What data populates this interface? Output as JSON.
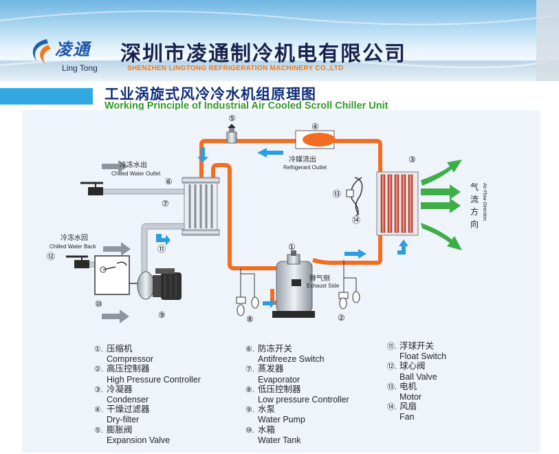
{
  "header": {
    "brand_cn": "凌通",
    "brand_en": "Ling Tong",
    "company_cn": "深圳市凌通制冷机电有限公司",
    "company_en": "SHENZHEN LINGTONG REFRIGERATION MACHINERY CO.,LTD"
  },
  "title": {
    "cn": "工业涡旋式风冷冷水机组原理图",
    "en": "Working Principle of Industrial Air Cooled Scroll Chiller Unit"
  },
  "diagram": {
    "labels": {
      "chilled_water_outlet_cn": "冷冻水出",
      "chilled_water_outlet_en": "Chilled Water Outlet",
      "chilled_water_back_cn": "冷冻水回",
      "chilled_water_back_en": "Chilled Water Back",
      "refrigerant_outlet_cn": "冷媒流出",
      "refrigerant_outlet_en": "Refrigerant Outlet",
      "exhaust_side_cn": "排气侧",
      "exhaust_side_en": "Exhaust Side",
      "air_flow_cn": [
        "气",
        "流",
        "方",
        "向"
      ],
      "air_flow_en": "Air Flow Direction"
    },
    "markers": {
      "m1": "①",
      "m2": "②",
      "m3": "③",
      "m4": "④",
      "m5": "⑤",
      "m6": "⑥",
      "m7": "⑦",
      "m8": "⑧",
      "m9": "⑨",
      "m10": "⑩",
      "m11": "⑪",
      "m12": "⑫",
      "m13": "⑬",
      "m14": "⑭"
    }
  },
  "legend": {
    "col1": [
      {
        "num": "①.",
        "cn": "压缩机",
        "en": "Compressor"
      },
      {
        "num": "②.",
        "cn": "高压控制器",
        "en": "High Pressure Controller"
      },
      {
        "num": "③.",
        "cn": "冷凝器",
        "en": "Condenser"
      },
      {
        "num": "④.",
        "cn": "干燥过滤器",
        "en": "Dry-filter"
      },
      {
        "num": "⑤.",
        "cn": "膨胀阀",
        "en": "Expansion Valve"
      }
    ],
    "col2": [
      {
        "num": "⑥.",
        "cn": "防冻开关",
        "en": "Antifreeze Switch"
      },
      {
        "num": "⑦.",
        "cn": "蒸发器",
        "en": "Evaporator"
      },
      {
        "num": "⑧.",
        "cn": "低压控制器",
        "en": "Low pressure Controller"
      },
      {
        "num": "⑨.",
        "cn": "水泵",
        "en": "Water Pump"
      },
      {
        "num": "⑩.",
        "cn": "水箱",
        "en": "Water Tank"
      }
    ],
    "col3": [
      {
        "num": "⑪.",
        "cn": "浮球开关",
        "en": "Float Switch"
      },
      {
        "num": "⑫.",
        "cn": "球心阀",
        "en": "Ball Valve"
      },
      {
        "num": "⑬.",
        "cn": "电机",
        "en": "Motor"
      },
      {
        "num": "⑭.",
        "cn": "风扇",
        "en": "Fan"
      }
    ]
  },
  "colors": {
    "pipe": "#f26d21",
    "water_pipe": "#c8cdd6",
    "arrow_blue": "#2c9ee0",
    "arrow_green": "#3fae49",
    "arrow_gray": "#8f959c",
    "title_cn": "#0f2d7a",
    "title_en": "#2e9a28"
  }
}
